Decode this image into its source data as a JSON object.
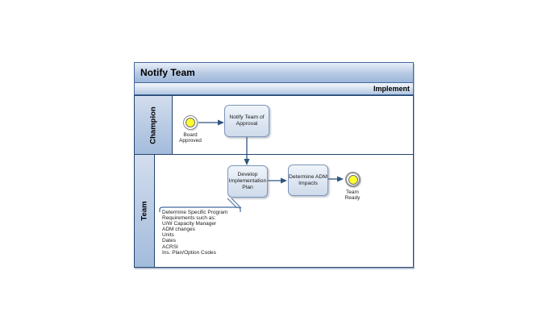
{
  "diagram": {
    "title": "Notify Team",
    "phase": "Implement",
    "lanes": [
      {
        "label": "Champion"
      },
      {
        "label": "Team"
      }
    ]
  },
  "nodes": {
    "start_event": {
      "type": "start-event",
      "label": "Board\nApproved"
    },
    "task_notify": {
      "type": "task",
      "label": "Notify Team of\nApproval"
    },
    "task_develop": {
      "type": "task",
      "label": "Develop\nImplementation\nPlan"
    },
    "task_adm": {
      "type": "task",
      "label": "Determine ADM\nImpacts"
    },
    "end_event": {
      "type": "end-event",
      "label": "Team\nReady"
    }
  },
  "annotation": {
    "text": "Determine Specific Program\nRequirements such as:\nU/W Capacity Manager\nADM changes\nUnits\nDates\nACRSI\nIns. Plan/Option Codes"
  },
  "colors": {
    "header_blue": "#9db7da",
    "header_blue_light": "#d9e3f1",
    "frame_navy": "#24456e",
    "border_blue": "#44699d",
    "task_border": "#7d97ba",
    "task_fill_top": "#f0f4fa",
    "task_fill_bottom": "#cfdbeb",
    "arrow_navy": "#2f5380",
    "event_yellow": "#ffff2e",
    "event_ring_gray": "#8f8f8f"
  }
}
